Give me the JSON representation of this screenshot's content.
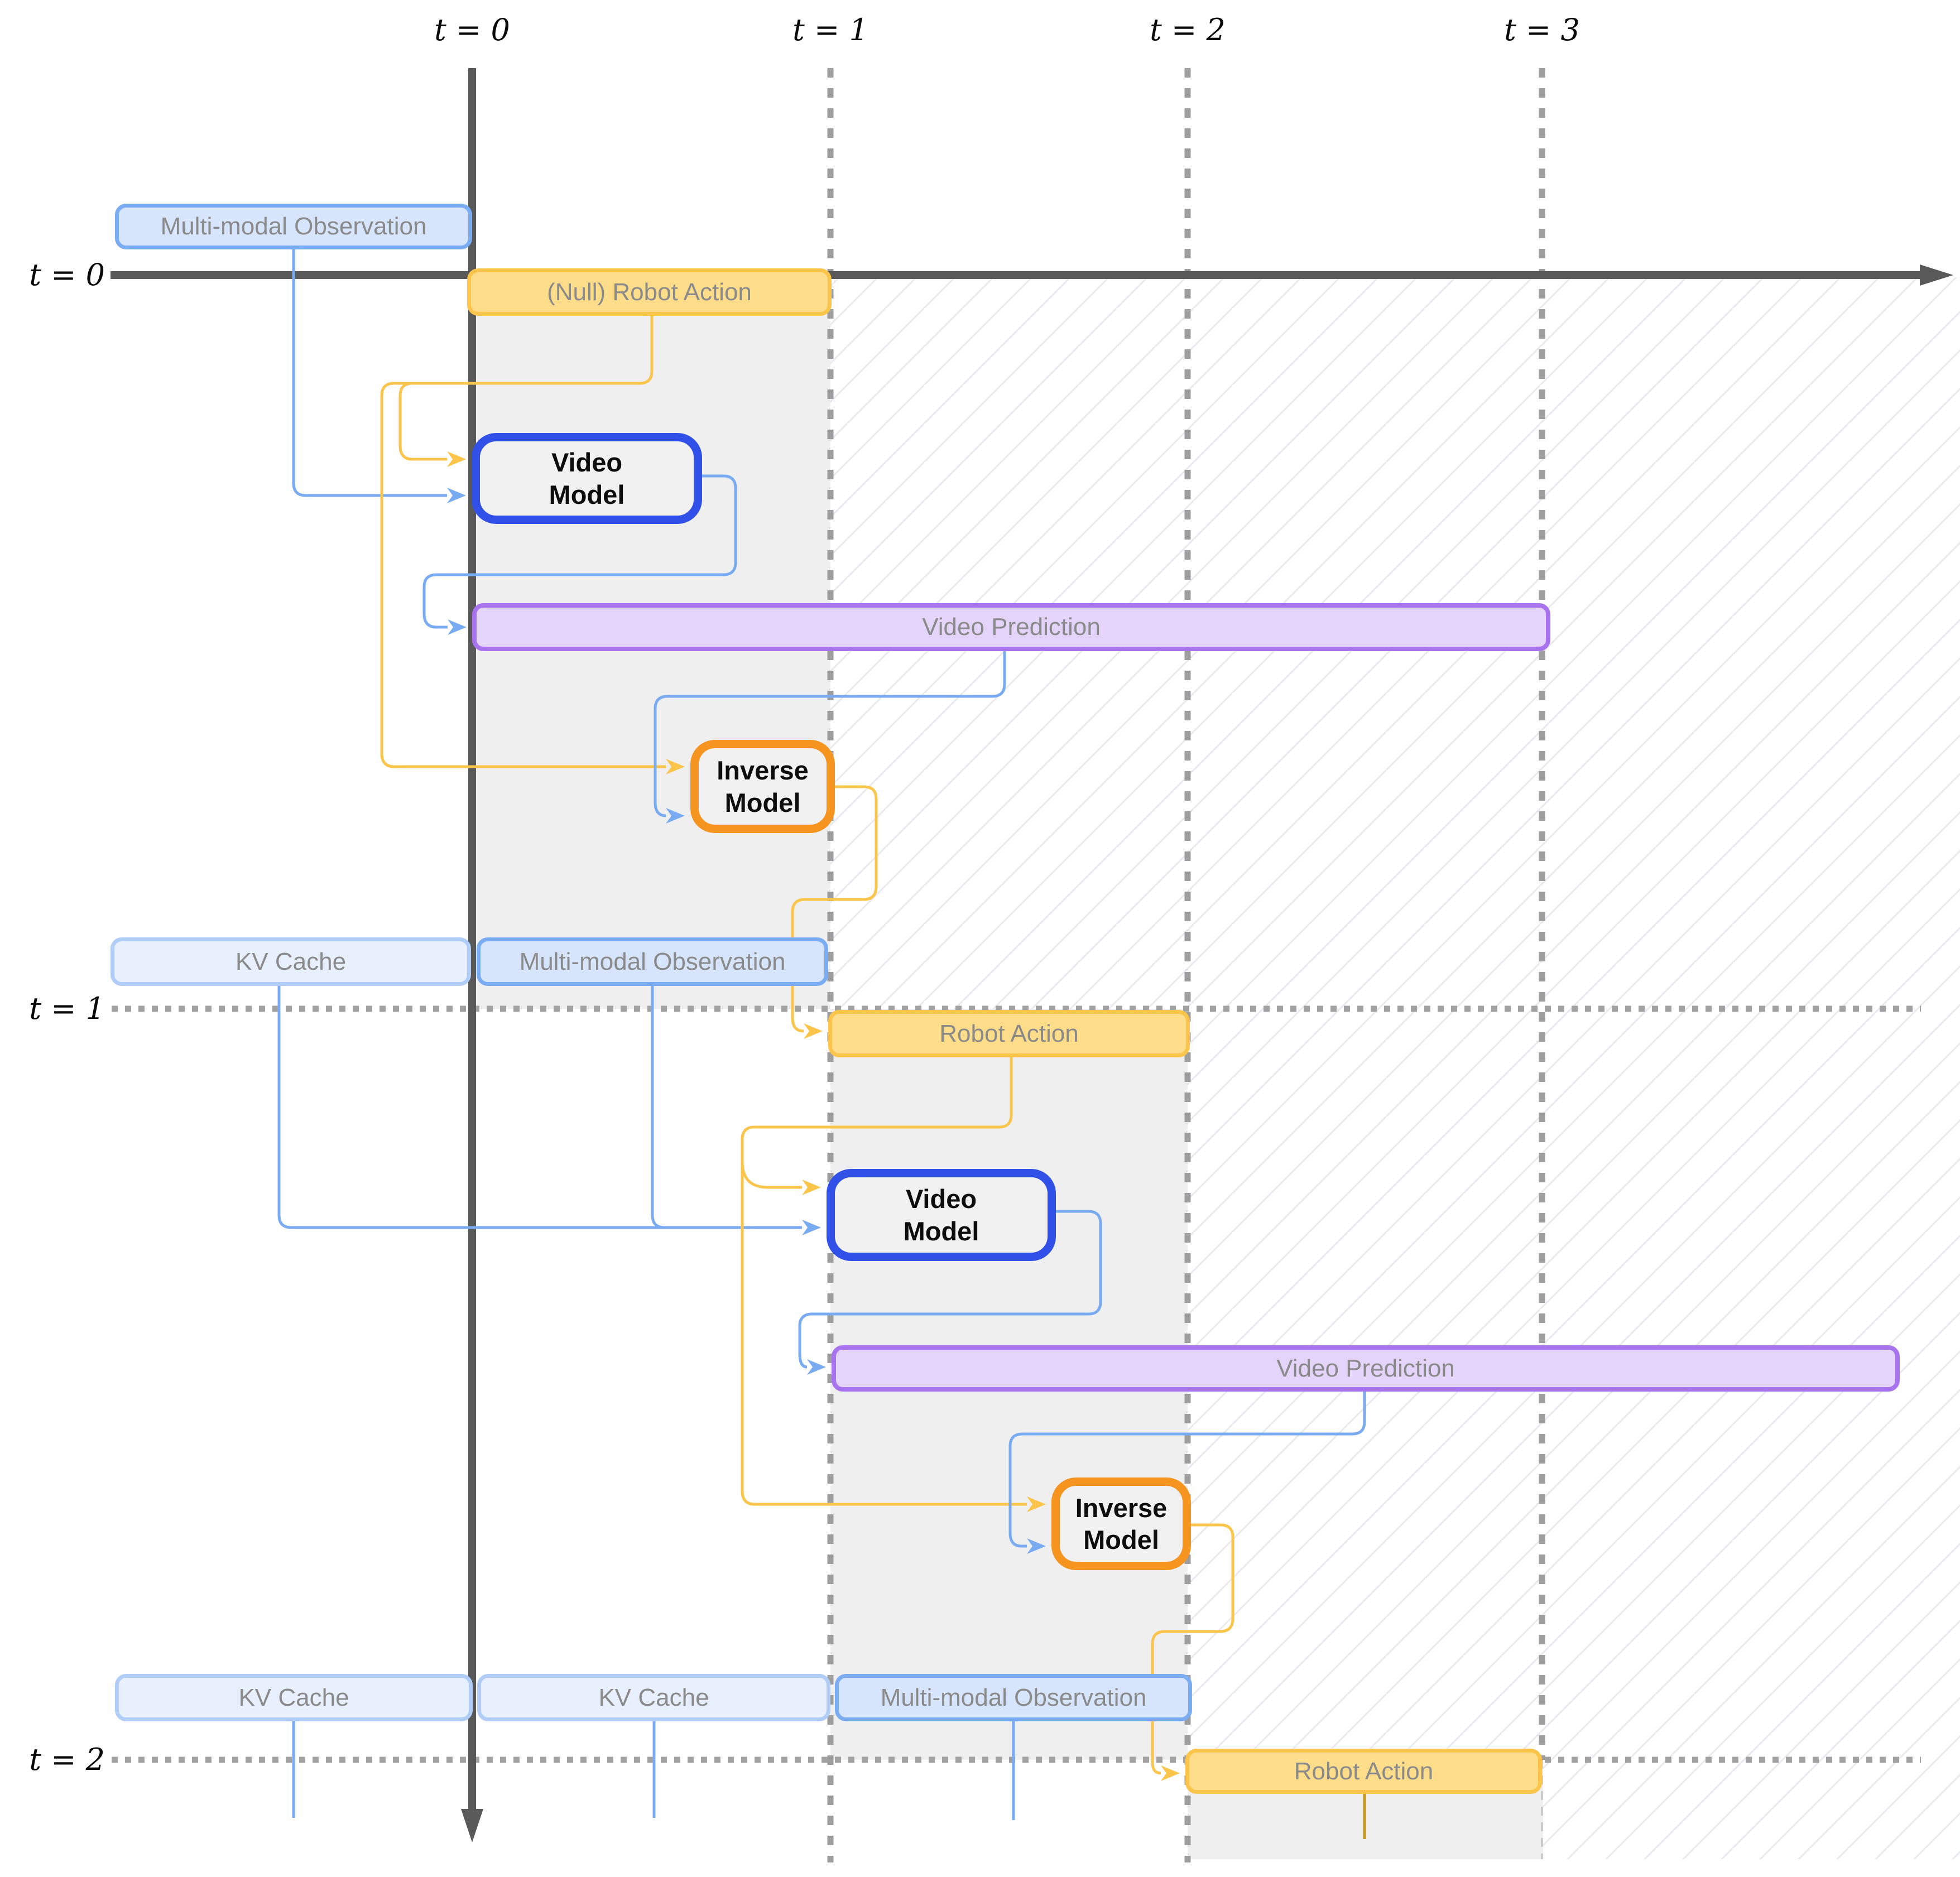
{
  "colors": {
    "text-gray": "#8a8a8a",
    "axis": "#595959",
    "grid-dot": "#a2a2a2",
    "cell-gray": "#efefef",
    "hatch-line": "#e9e9ee",
    "obs-fill": "#d7e5fc",
    "obs-border": "#7aacf4",
    "kv-fill": "#e8f0fd",
    "kv-border": "#b0cdf8",
    "action-fill": "#fddc8a",
    "action-border": "#fbc54b",
    "vp-fill": "#e4d4f9",
    "vp-border": "#a873ee",
    "model-fill": "#f1f1f2",
    "vm-border": "#3050e8",
    "im-border": "#f5941f",
    "blue-line": "#79abf2",
    "gold-line": "#c9971c"
  },
  "timeline": {
    "top_labels": [
      "t = 0",
      "t = 1",
      "t = 2",
      "t = 3"
    ],
    "left_labels": [
      "t = 0",
      "t = 1",
      "t = 2"
    ]
  },
  "steps": [
    {
      "observation": "Multi-modal Observation",
      "action": "(Null) Robot Action",
      "video_model": "Video\nModel",
      "video_prediction": "Video Prediction",
      "inverse_model": "Inverse\nModel"
    },
    {
      "kv_cache": "KV Cache",
      "observation": "Multi-modal Observation",
      "action": "Robot Action",
      "video_model": "Video\nModel",
      "video_prediction": "Video Prediction",
      "inverse_model": "Inverse\nModel"
    },
    {
      "kv_cache_from_t0": "KV Cache",
      "kv_cache_from_t1": "KV Cache",
      "observation": "Multi-modal Observation",
      "action": "Robot Action"
    }
  ]
}
